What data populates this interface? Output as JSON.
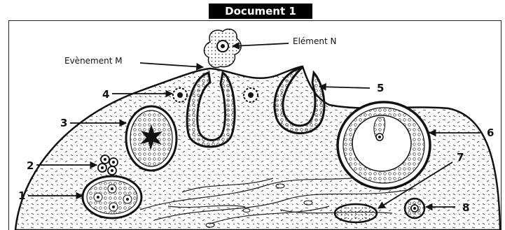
{
  "document_title": "Document 1",
  "labels": {
    "element_n": "Elément N",
    "event_m": "Evènement M",
    "n1": "1",
    "n2": "2",
    "n3": "3",
    "n4": "4",
    "n5": "5",
    "n6": "6",
    "n7": "7",
    "n8": "8"
  },
  "colors": {
    "ink": "#111111",
    "background": "#ffffff",
    "title_bg": "#000000"
  }
}
